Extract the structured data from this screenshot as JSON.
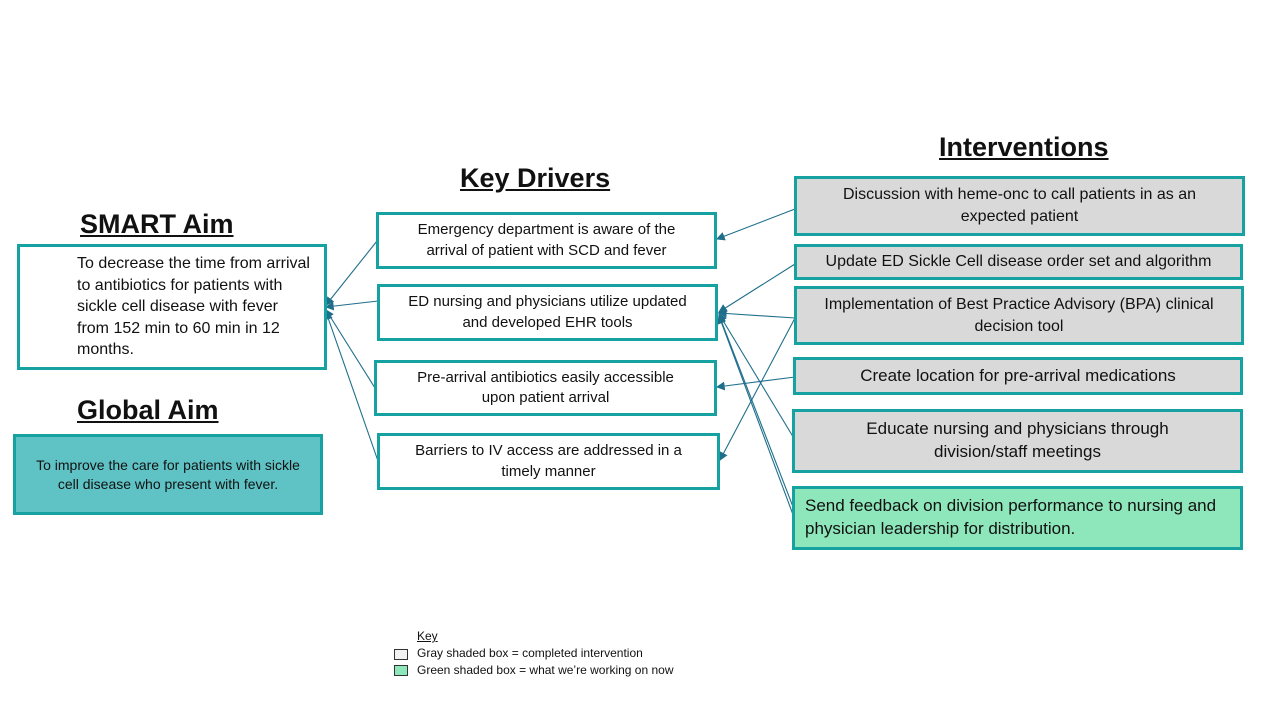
{
  "headings": {
    "smart_aim": "SMART Aim",
    "global_aim": "Global Aim",
    "key_drivers": "Key Drivers",
    "interventions": "Interventions"
  },
  "smart_aim_text": "To decrease the time from arrival to antibiotics for patients with sickle cell disease with fever from 152 min to 60 min in 12 months.",
  "global_aim_text": "To improve the care for patients with sickle cell disease who present with fever.",
  "drivers": [
    "Emergency department is aware of the arrival of patient with SCD and fever",
    "ED nursing and physicians utilize updated and developed EHR tools",
    "Pre-arrival antibiotics easily accessible upon patient arrival",
    "Barriers to IV access are addressed in a timely manner"
  ],
  "interventions": [
    {
      "text": "Discussion with heme-onc to call patients in as an expected patient",
      "status": "completed"
    },
    {
      "text": "Update ED Sickle Cell disease order set and algorithm",
      "status": "completed"
    },
    {
      "text": "Implementation of Best Practice Advisory (BPA) clinical decision tool",
      "status": "completed"
    },
    {
      "text": "Create location for pre-arrival medications",
      "status": "completed"
    },
    {
      "text": "Educate nursing and physicians through division/staff meetings",
      "status": "completed"
    },
    {
      "text": "Send feedback on division performance to nursing and physician leadership for distribution.",
      "status": "in-progress"
    }
  ],
  "key": {
    "title": "Key",
    "gray_label": "Gray shaded box = completed intervention",
    "green_label": "Green shaded box = what we’re working on now"
  },
  "colors": {
    "border": "#17a2a2",
    "arrow": "#1f6f8b",
    "completed_fill": "#d9d9d9",
    "in_progress_fill": "#8ee6bb",
    "global_aim_fill": "#5fc3c6"
  }
}
